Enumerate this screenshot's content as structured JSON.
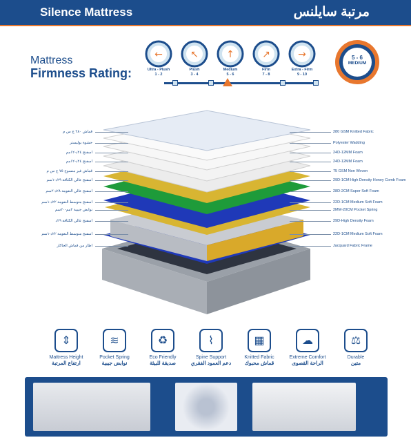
{
  "header": {
    "title_en": "Silence Mattress",
    "title_ar": "مرتبة سايلنس",
    "bg": "#1c4d8c",
    "accent": "#e8772e"
  },
  "firmness": {
    "title_line1": "Mattress",
    "title_line2": "Firmness Rating:",
    "levels": [
      {
        "label": "Ultra - Plush",
        "range": "1 - 2",
        "icon": "arrow-left-icon"
      },
      {
        "label": "Plush",
        "range": "3 - 4",
        "icon": "arrow-up-left-icon"
      },
      {
        "label": "Medium",
        "range": "5 - 6",
        "icon": "arrow-up-icon"
      },
      {
        "label": "Firm",
        "range": "7 - 8",
        "icon": "arrow-up-right-icon"
      },
      {
        "label": "Extra - Firm",
        "range": "9 - 10",
        "icon": "arrow-right-icon"
      }
    ],
    "selected_index": 2,
    "badge": {
      "range": "5 - 6",
      "label": "MEDIUM"
    }
  },
  "layers_en": [
    "280 GSM Knitted Fabric",
    "Polyester Wadding",
    "24D-12MM Foam",
    "24D-12MM Foam",
    "75 GSM Non Woven",
    "29D-1CM High Density Honey Comb Foam",
    "28D-2CM Super Soft Foam",
    "22D-1CM Medium Soft Foam",
    "2MM-20CM Pocket Spring",
    "29D-High Density Foam",
    "22D-1CM Medium Soft Foam",
    "Jacquard Fabric Frame"
  ],
  "layers_ar": [
    "قماش ٢٨٠ ج س م",
    "حشوة بوليستر",
    "اسفنج ٢٤د-١٢مم",
    "اسفنج ٢٤د-١٢مم",
    "قماش غير منسوج ٧٥ ج س م",
    "اسفنج عالي الكثافة ٢٩د-١سم",
    "اسفنج عالي النعومة ٢٨د-٢سم",
    "اسفنج متوسط النعومة ٢٢د-١سم",
    "نوابض جيبية ٢مم-٢٠سم",
    "اسفنج عالي الكثافة ٢٩د",
    "اسفنج متوسط النعومة ٢٢د-١سم",
    "اطار من قماش الجاكار"
  ],
  "features": [
    {
      "en": "Mattress Height",
      "ar": "ارتفاع المرتبة",
      "icon": "height-icon"
    },
    {
      "en": "Pocket Spring",
      "ar": "نوابض جيبية",
      "icon": "spring-icon"
    },
    {
      "en": "Eco Friendly",
      "ar": "صديقة للبيئة",
      "icon": "leaf-icon"
    },
    {
      "en": "Spine Support",
      "ar": "دعم العمود الفقري",
      "icon": "spine-icon"
    },
    {
      "en": "Knitted Fabric",
      "ar": "قماش محبوك",
      "icon": "fabric-icon"
    },
    {
      "en": "Extreme Comfort",
      "ar": "الراحة القصوى",
      "icon": "hand-feather-icon"
    },
    {
      "en": "Durable",
      "ar": "متين",
      "icon": "weight-icon"
    }
  ]
}
